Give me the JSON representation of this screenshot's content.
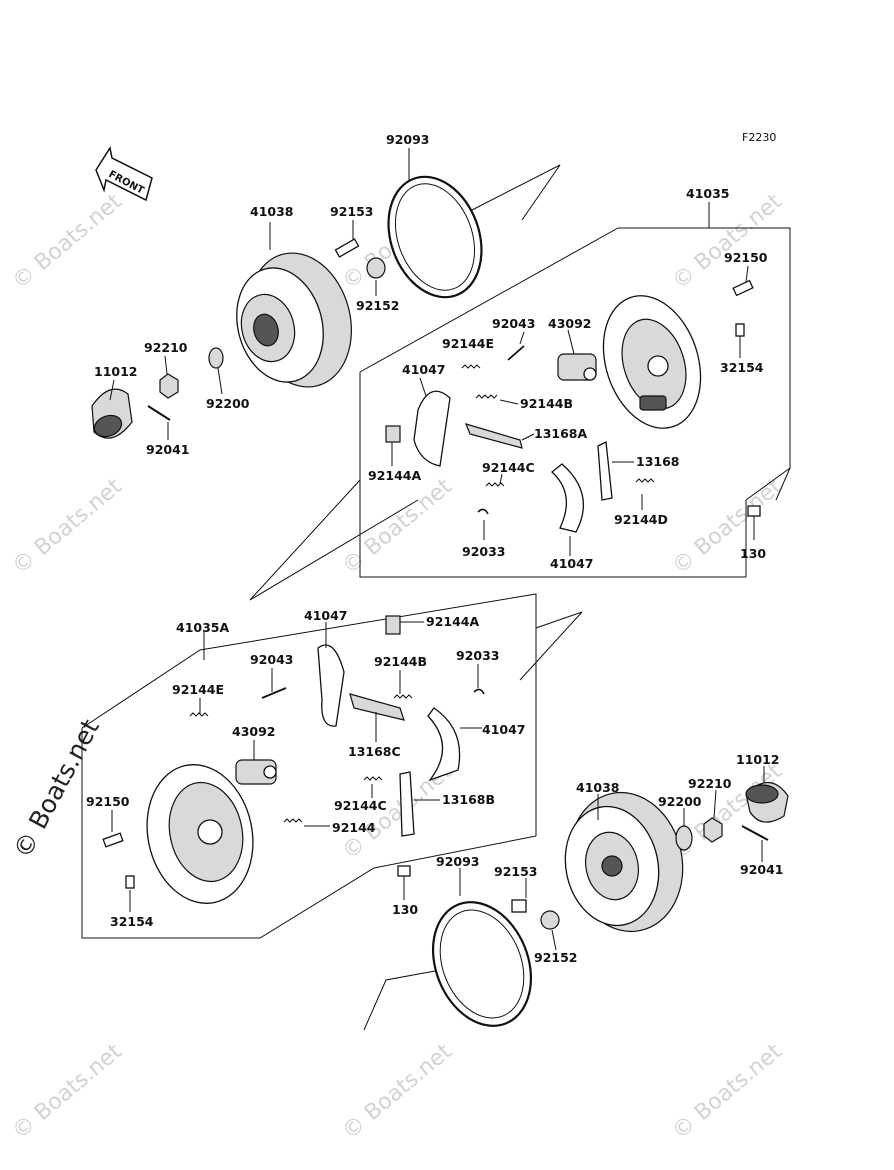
{
  "figure_code": "F2230",
  "front_arrow_label": "FRONT",
  "watermark_text": "© Boats.net",
  "labels": {
    "upper_92093": "92093",
    "upper_41038": "41038",
    "upper_92153": "92153",
    "upper_92152": "92152",
    "upper_92210": "92210",
    "upper_11012": "11012",
    "upper_92200": "92200",
    "upper_92041": "92041",
    "upper_41035": "41035",
    "upper_92150": "92150",
    "upper_92043": "92043",
    "upper_43092": "43092",
    "upper_92144E": "92144E",
    "upper_41047_a": "41047",
    "upper_32154": "32154",
    "upper_92144B": "92144B",
    "upper_13168A": "13168A",
    "upper_92144A": "92144A",
    "upper_92144C": "92144C",
    "upper_13168": "13168",
    "upper_92144D": "92144D",
    "upper_92033": "92033",
    "upper_41047_b": "41047",
    "upper_130": "130",
    "lower_41035A": "41035A",
    "lower_41047_a": "41047",
    "lower_92144A": "92144A",
    "lower_92043": "92043",
    "lower_92144B": "92144B",
    "lower_92033": "92033",
    "lower_92144E": "92144E",
    "lower_43092": "43092",
    "lower_41047_b": "41047",
    "lower_13168C": "13168C",
    "lower_92150": "92150",
    "lower_92144C": "92144C",
    "lower_13168B": "13168B",
    "lower_92144": "92144",
    "lower_32154": "32154",
    "lower_130": "130",
    "lower_92093": "92093",
    "lower_92153": "92153",
    "lower_92152": "92152",
    "lower_41038": "41038",
    "lower_92210": "92210",
    "lower_92200": "92200",
    "lower_11012": "11012",
    "lower_92041": "92041"
  }
}
